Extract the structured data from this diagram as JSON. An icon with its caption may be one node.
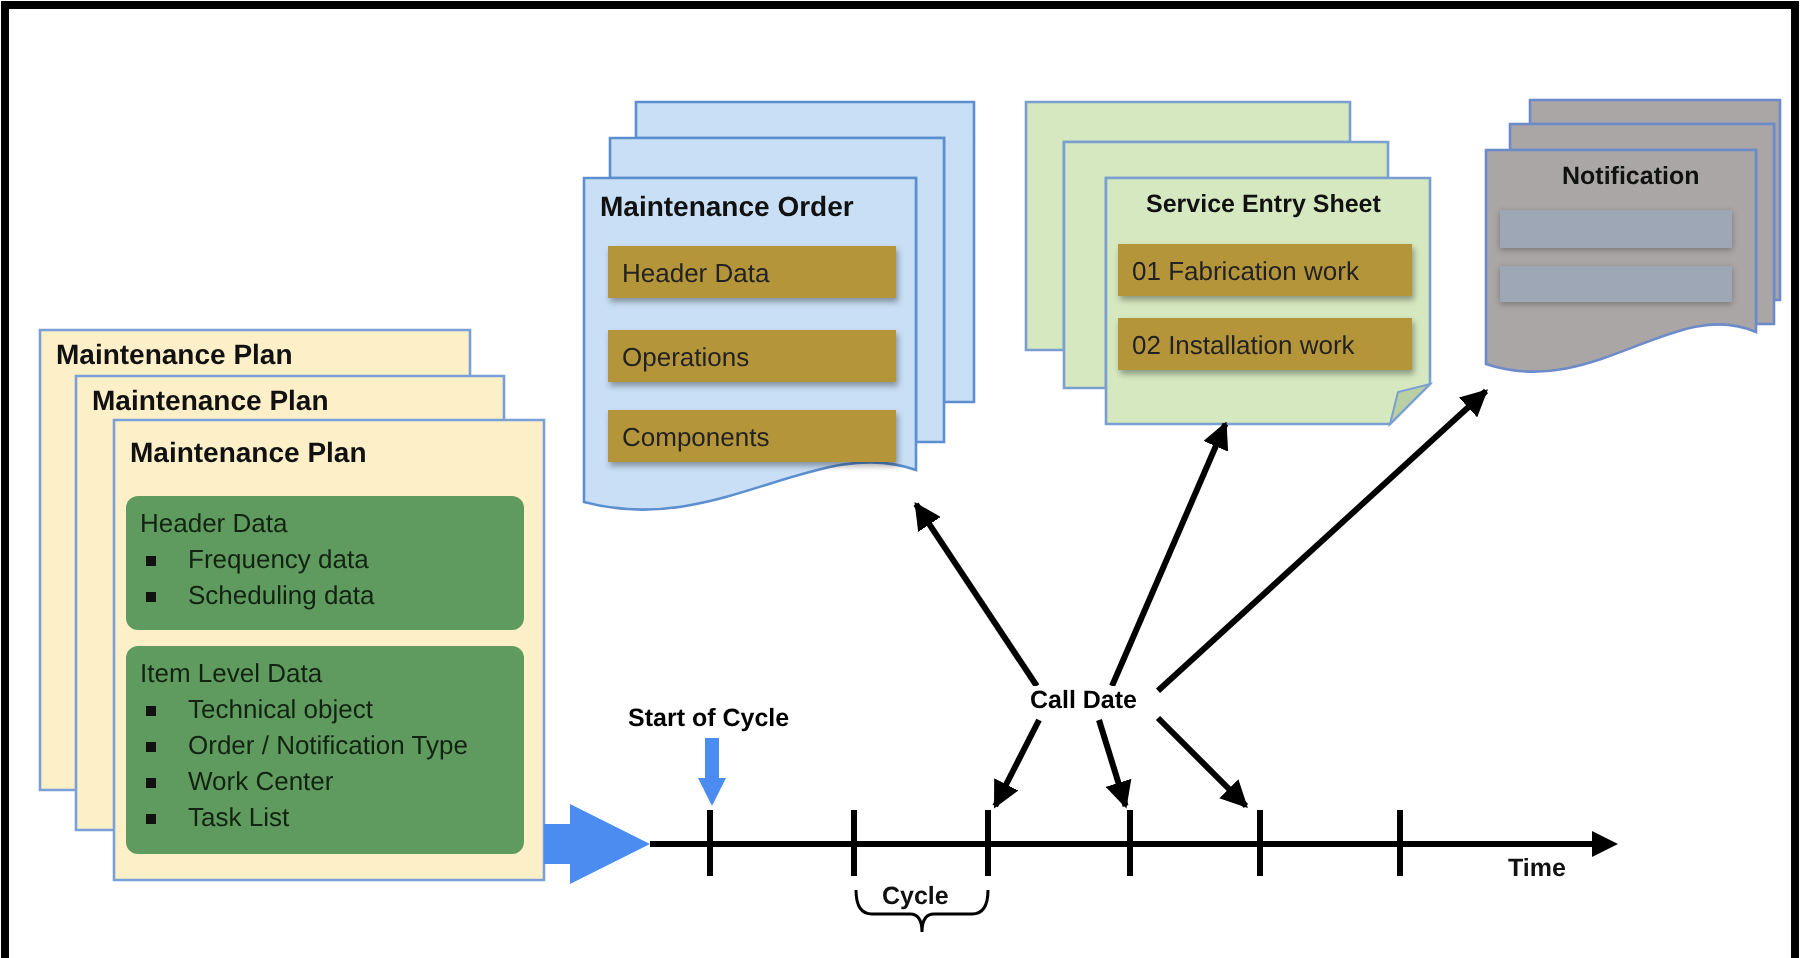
{
  "diagram": {
    "nodes": [
      {
        "text": [
          "Maintenance Order"
        ]
      },
      {
        "text": [
          "Header Data"
        ],
        "in": 0
      },
      {
        "text": [
          "Operations"
        ],
        "in": 0
      },
      {
        "text": [
          "Components"
        ],
        "in": 0
      },
      {
        "text": [
          "Service Entry Sheet"
        ]
      },
      {
        "text": [
          "01 Fabrication work"
        ],
        "in": 4
      },
      {
        "text": [
          "02 Installation work"
        ],
        "in": 4
      },
      {
        "text": [
          "Notification"
        ]
      },
      {
        "text": [],
        "shape": "bar",
        "in": 7
      },
      {
        "text": [],
        "shape": "bar",
        "in": 7
      },
      {
        "text": [
          "Maintenance Plan"
        ]
      },
      {
        "text": [
          "Maintenance Plan"
        ]
      },
      {
        "text": [
          "Maintenance Plan"
        ]
      },
      {
        "text": [
          "Header Data",
          "Frequency data",
          "Scheduling data"
        ],
        "in": 12
      },
      {
        "text": [
          "Item Level Data",
          "Technical object",
          "Order / Notification Type",
          "Work Center",
          "Task List"
        ],
        "in": 12
      },
      {
        "text": [
          "Start of Cycle"
        ]
      },
      {
        "text": [
          "Call Date"
        ]
      },
      {
        "text": [
          "Time"
        ]
      }
    ],
    "edges": [
      {
        "from": 16,
        "to": 0,
        "arrow": "to"
      },
      {
        "from": 16,
        "to": 4,
        "arrow": "to"
      },
      {
        "from": 16,
        "to": 7,
        "arrow": "to"
      },
      {
        "from": 16,
        "to": 17,
        "arrow": "to"
      },
      {
        "from": 16,
        "to": 17,
        "arrow": "to"
      },
      {
        "from": 16,
        "to": 17,
        "arrow": "to"
      },
      {
        "from": 15,
        "to": 17,
        "arrow": "to",
        "style": "thick",
        "color": "#4a8cf0"
      },
      {
        "from": 12,
        "to": 17,
        "arrow": "to",
        "style": "thick",
        "color": "#4a8cf0"
      }
    ],
    "labels": [
      "Cycle"
    ]
  }
}
